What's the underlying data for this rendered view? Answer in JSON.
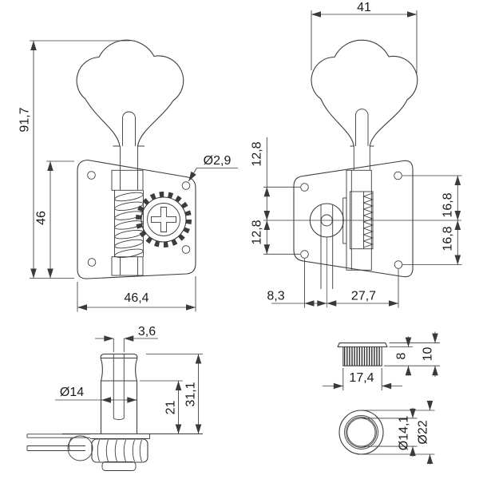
{
  "drawing": {
    "kind": "technical-drawing",
    "dims": {
      "front": {
        "total_height": "91,7",
        "plate_height": "46",
        "plate_width": "46,4",
        "hole_dia": "Ø2,9"
      },
      "rear": {
        "key_width": "41",
        "left_top": "12,8",
        "left_bottom": "12,8",
        "right_top": "16,8",
        "right_bottom": "16,8",
        "bottom_left": "8,3",
        "bottom_right": "27,7"
      },
      "post": {
        "slot_width": "3,6",
        "post_dia": "Ø14",
        "post_height": "21",
        "total_height": "31,1"
      },
      "bushing_side": {
        "width": "17,4",
        "knurl_height": "8",
        "total_height": "10"
      },
      "bushing_top": {
        "bore_dia": "Ø14,1",
        "outer_dia": "Ø22"
      }
    }
  }
}
